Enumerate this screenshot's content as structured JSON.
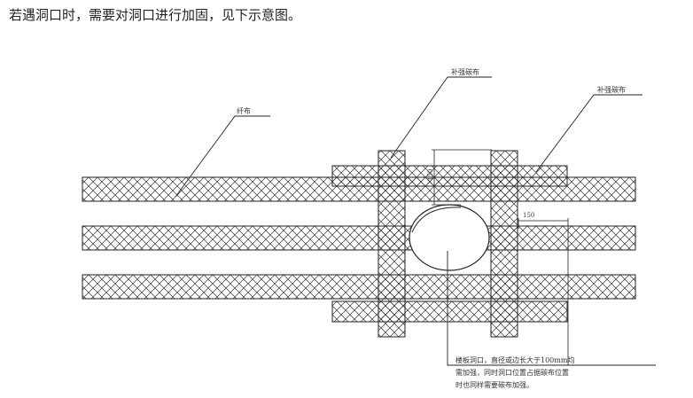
{
  "heading": "若遇洞口时，需要对洞口进行加固，见下示意图。",
  "labels": {
    "fiber_cloth": "纤布",
    "patch_cloth_left": "补强碳布",
    "patch_cloth_right": "补强碳布",
    "dim_vertical": "150",
    "dim_horizontal": "150",
    "note_line1": "楼板洞口，直径或边长大于100mm均",
    "note_line2": "需加强，同时洞口位置占据碳布位置",
    "note_line3": "时也同样需要碳布加强。"
  },
  "colors": {
    "line": "#222222",
    "text": "#333333"
  }
}
